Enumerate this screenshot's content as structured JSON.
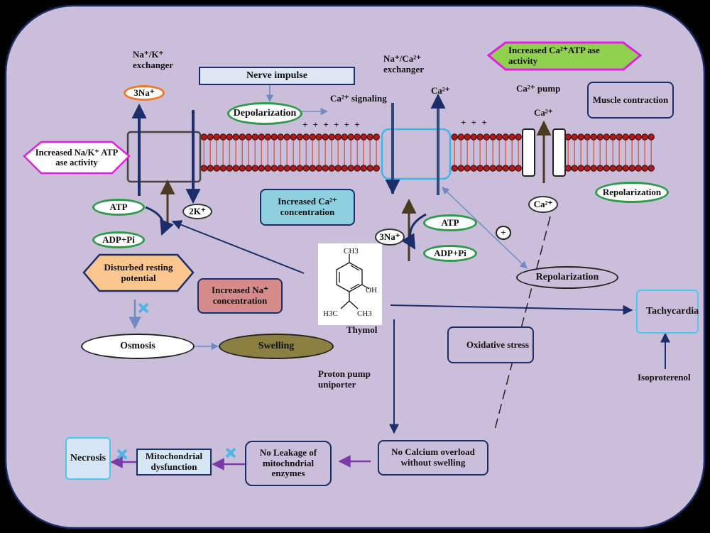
{
  "labels": {
    "nak_exchanger": "Na⁺/K⁺ exchanger",
    "nerve_impulse": "Nerve impulse",
    "three_na_top": "3Na⁺",
    "depolarization": "Depolarization",
    "ca_signaling": "Ca²⁺ signaling",
    "naca_exchanger": "Na⁺/Ca²⁺ exchanger",
    "ca_top": "Ca²⁺",
    "increased_ca_atpase": "Increased Ca²⁺ATP ase activity",
    "ca_pump": "Ca²⁺ pump",
    "ca_pump_in": "Ca²⁺",
    "muscle_contraction": "Muscle contraction",
    "increased_nak_atpase": "Increased Na/K⁺ ATP ase activity",
    "atp_left": "ATP",
    "two_k": "2K⁺",
    "increased_ca_conc": "Increased Ca²⁺ concentration",
    "repolarization_right": "Repolarization",
    "ca_below_pump": "Ca²⁺",
    "adp_left": "ADP+Pi",
    "three_na_mid": "3Na⁺",
    "atp_mid": "ATP",
    "adp_mid": "ADP+Pi",
    "plus_sign": "+",
    "disturbed_resting": "Disturbed resting potential",
    "repolarization_mid": "Repolarization",
    "increased_na_conc": "Increased Na⁺ concentration",
    "tachycardia": "Tachycardia",
    "thymol": "Thymol",
    "osmosis": "Osmosis",
    "swelling": "Swelling",
    "oxidative_stress": "Oxidative stress",
    "isoproterenol": "Isoproterenol",
    "proton_pump": "Proton pump uniporter",
    "necrosis": "Necrosis",
    "mito_dysfunction": "Mitochondrial dysfunction",
    "no_leakage": "No Leakage of mitochndrial enzymes",
    "no_calcium_overload": "No Calcium overload without swelling",
    "membrane_plus_left": "+ + + + + +",
    "membrane_plus_right": "+ + +",
    "struct_ch3": "CH3",
    "struct_oh": "OH",
    "struct_h3c": "H3C",
    "struct_ch3_b": "CH3"
  },
  "colors": {
    "cell_bg": "#cbbedb",
    "membrane_head": "#b11a1a",
    "membrane_tail": "#c96a6a",
    "arrow_navy": "#1b2d6b",
    "green_outline": "#2c9c4a",
    "magenta_outline": "#e11fe0",
    "lime_fill": "#8fd14f",
    "peach_fill": "#fbc58f",
    "rose_fill": "#d78a8a",
    "teal_fill": "#8fd0e0",
    "olive_fill": "#8c7f42",
    "purple_arrow": "#7b3aa8",
    "red_arrow": "#e01414"
  }
}
